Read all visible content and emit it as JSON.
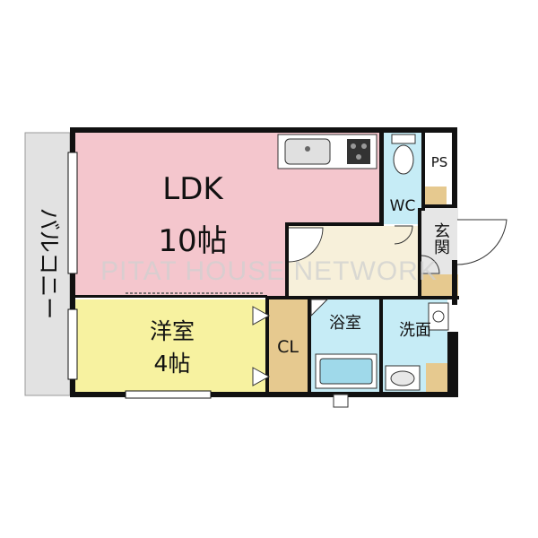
{
  "rooms": {
    "balcony": "バルコニー",
    "ldk_name": "LDK",
    "ldk_size": "10帖",
    "western_name": "洋室",
    "western_size": "4帖",
    "closet": "CL",
    "bath": "浴室",
    "washroom": "洗面",
    "wc": "WC",
    "entrance": "玄関",
    "ps": "PS"
  },
  "watermark": "PITAT HOUSE NETWORK",
  "colors": {
    "ldk": "#f4c6cd",
    "western": "#f7f2a0",
    "wet": "#c6ecf6",
    "hall": "#f7f0da",
    "wood": "#e6c98f",
    "balcony": "#e2e2e2",
    "wall": "#111111"
  }
}
